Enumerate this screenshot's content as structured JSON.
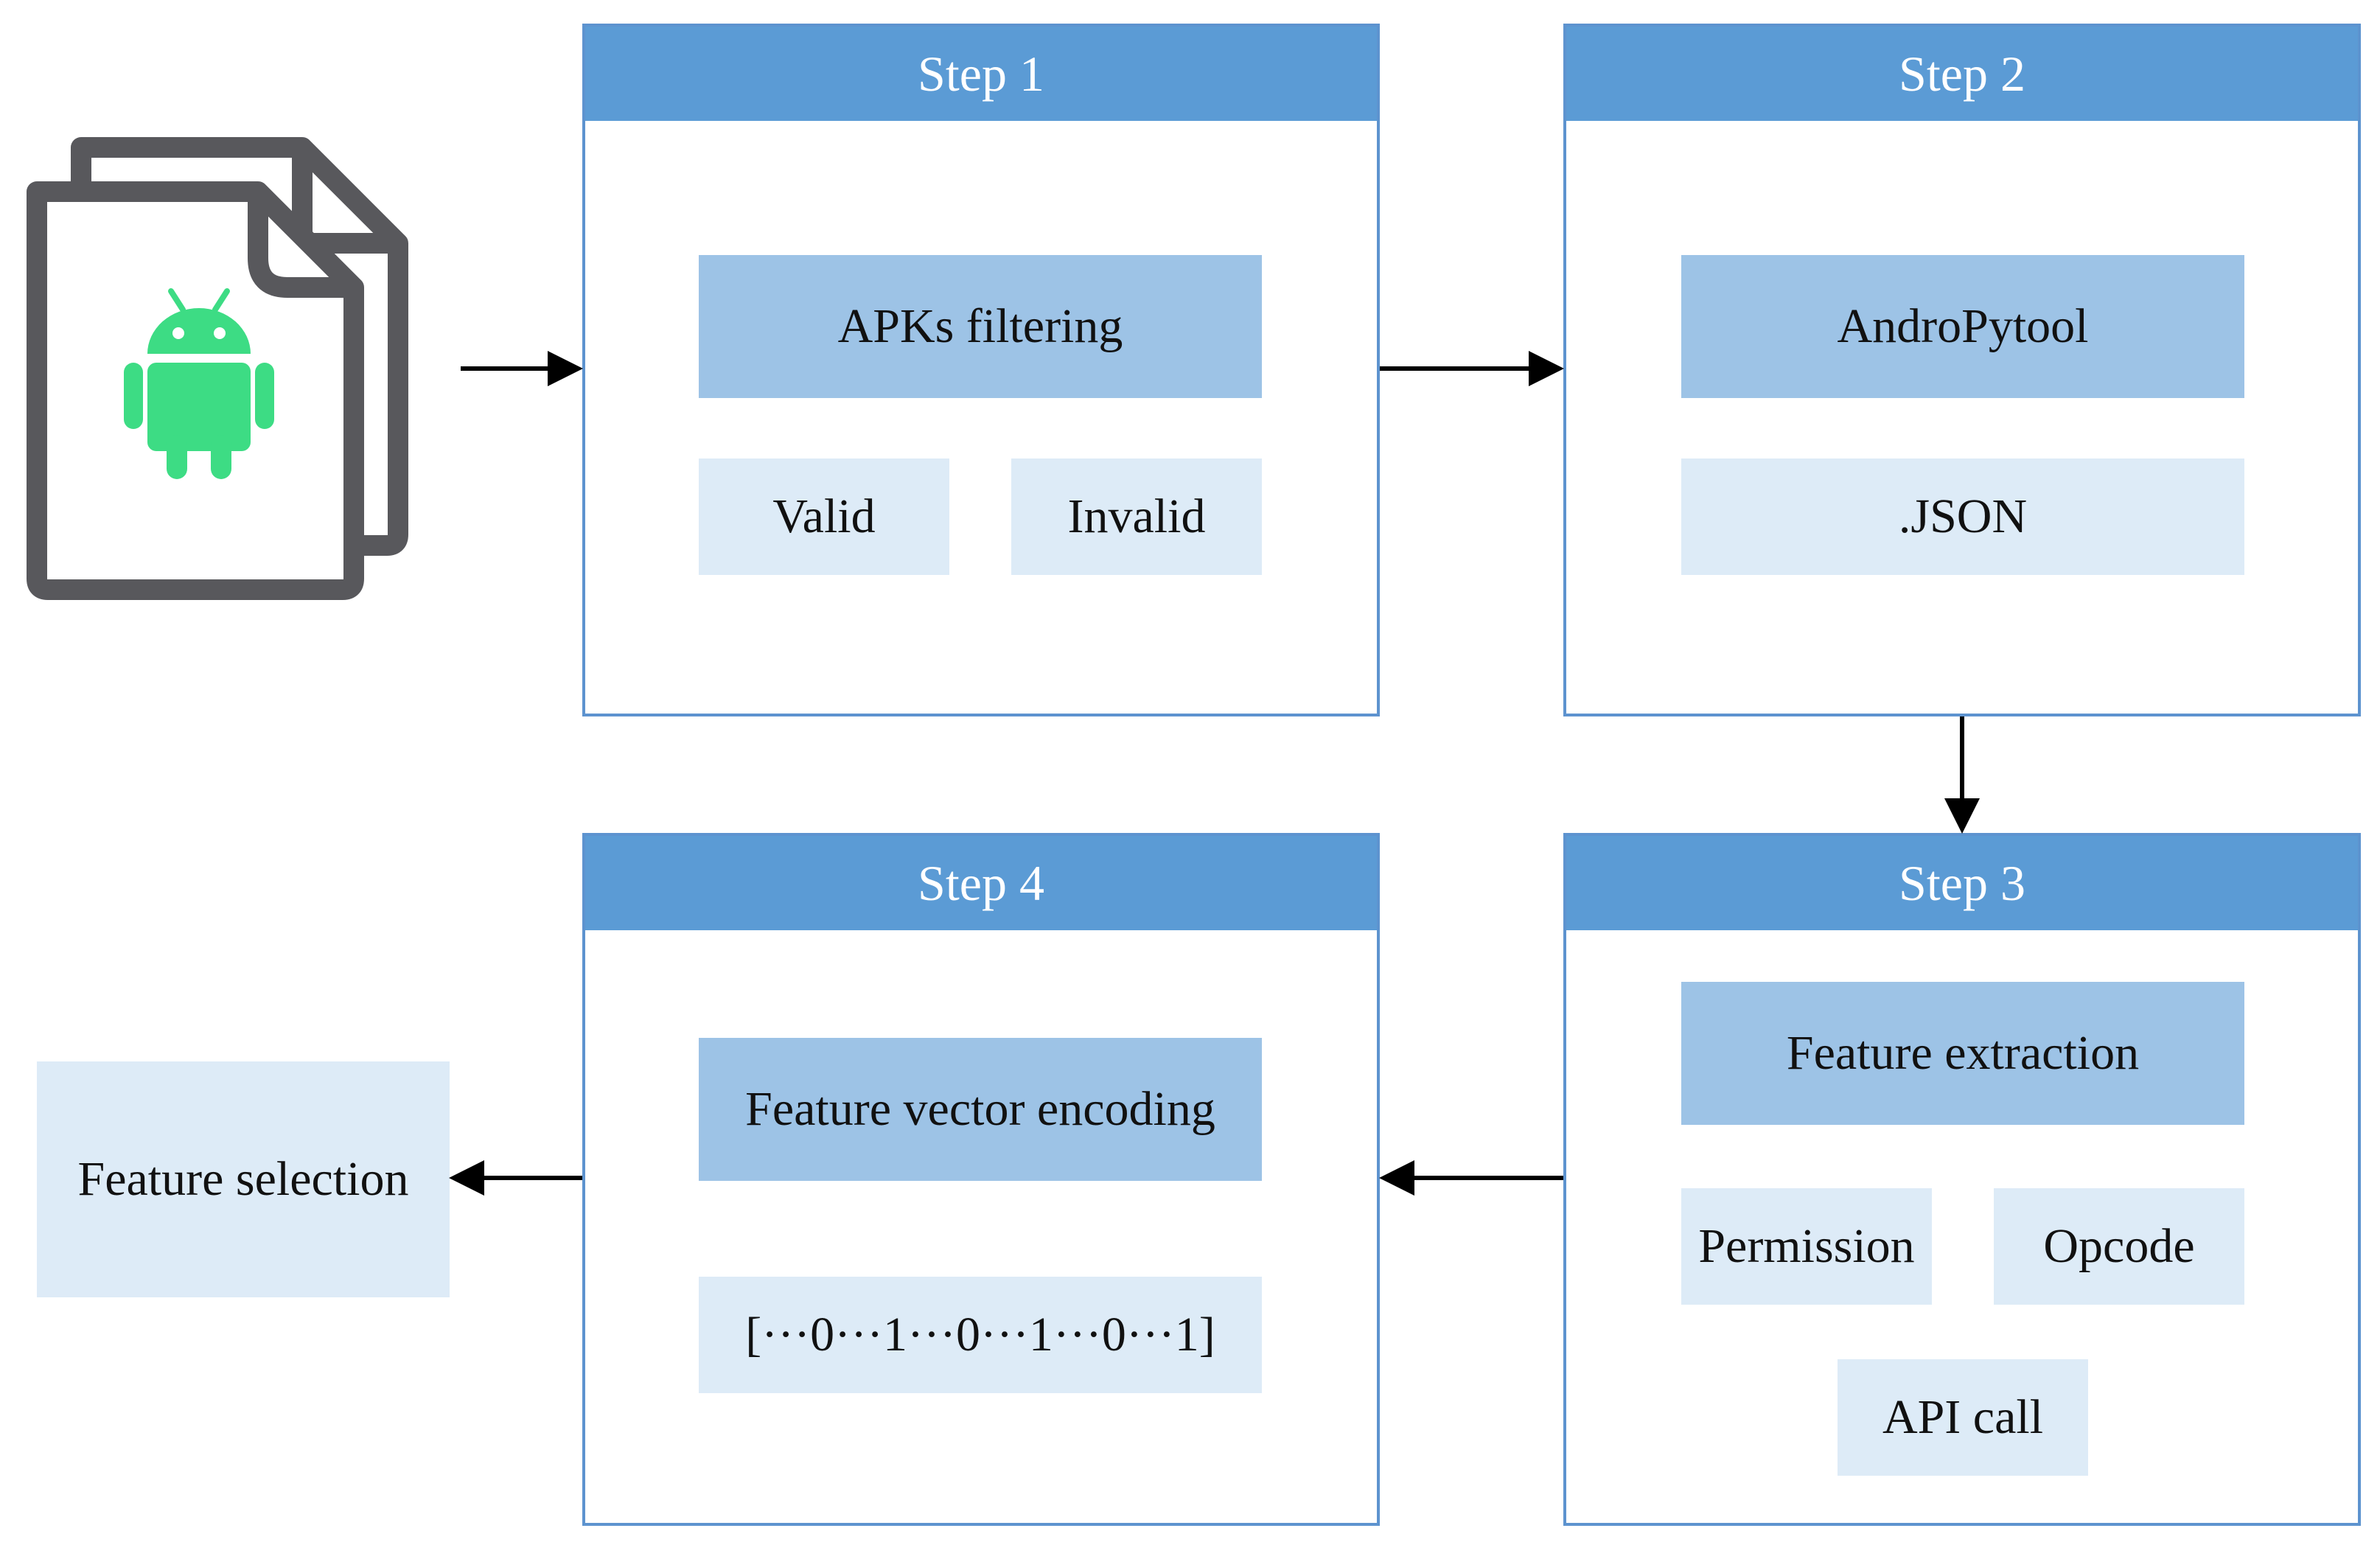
{
  "colors": {
    "header": "#5b9bd5",
    "panel_border": "#5d93cf",
    "box_dark": "#9dc3e6",
    "box_light": "#ddebf7",
    "android_green": "#3ddc84",
    "doc_stroke": "#58585c"
  },
  "icons": {
    "source": "android-apk-file-icon"
  },
  "steps": {
    "step1": {
      "title": "Step 1",
      "main": "APKs filtering",
      "items": [
        "Valid",
        "Invalid"
      ]
    },
    "step2": {
      "title": "Step 2",
      "main": "AndroPytool",
      "items": [
        ".JSON"
      ]
    },
    "step3": {
      "title": "Step 3",
      "main": "Feature extraction",
      "items": [
        "Permission",
        "Opcode",
        "API call"
      ]
    },
    "step4": {
      "title": "Step 4",
      "main": "Feature vector encoding",
      "items": [
        "[···0···1···0···1···0···1]"
      ]
    }
  },
  "output": {
    "label": "Feature selection"
  }
}
